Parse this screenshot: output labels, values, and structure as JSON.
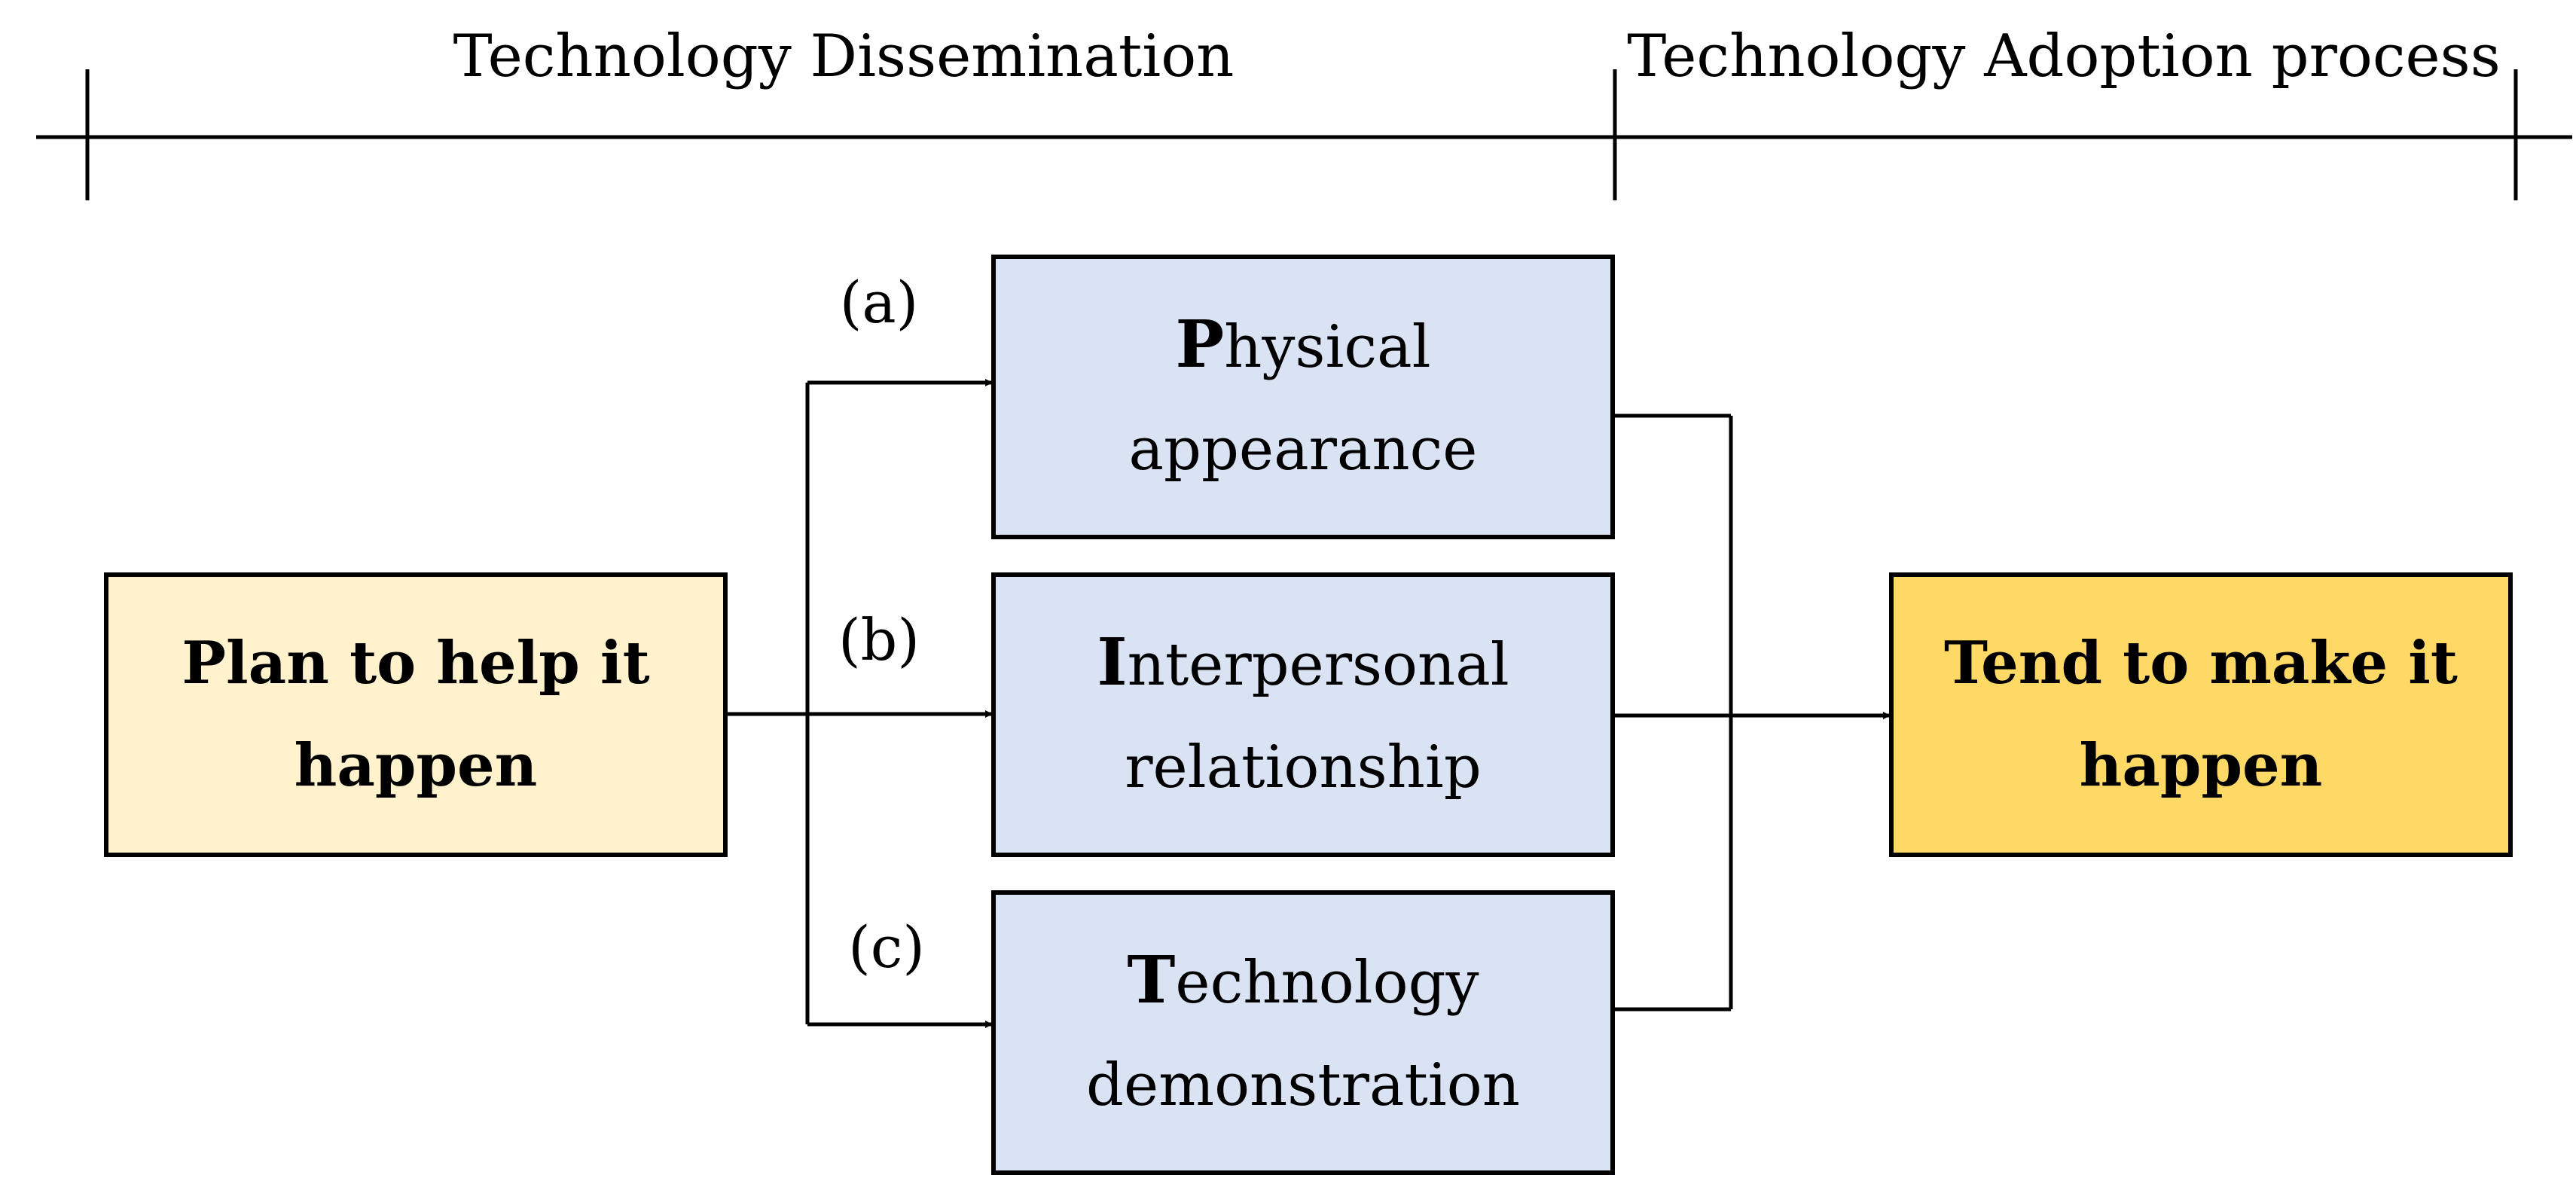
{
  "header": {
    "left_label": "Technology Dissemination",
    "right_label": "Technology Adoption process"
  },
  "source_box": {
    "label": "Plan to help it\nhappen",
    "fill": "#FFF2CC"
  },
  "target_box": {
    "label": "Tend to make it\nhappen",
    "fill": "#FFD966"
  },
  "branches": [
    {
      "marker": "(a)",
      "initial": "P",
      "rest": "hysical\nappearance",
      "fill": "#DAE3F3"
    },
    {
      "marker": "(b)",
      "initial": "I",
      "rest": "nterpersonal\nrelationship",
      "fill": "#DAE3F3"
    },
    {
      "marker": "(c)",
      "initial": "T",
      "rest": "echnology\ndemonstration",
      "fill": "#DAE3F3"
    }
  ],
  "line_color": "#000000"
}
